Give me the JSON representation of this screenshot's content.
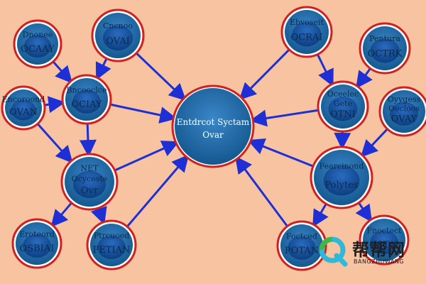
{
  "diagram": {
    "colors": {
      "background": "#f7c3a1",
      "ring": "#d21f1f",
      "node": "#1f6aa8",
      "inner": "#0e4a8a",
      "edge": "#1e2fd6"
    },
    "center": {
      "line1": "Entdrcot Syctam",
      "line2": "Ovar"
    },
    "nodes": [
      {
        "id": "n1",
        "top": "Dnonee",
        "bottom": "OCAAY"
      },
      {
        "id": "n2",
        "top": "Cncnoo",
        "bottom": "OVAI"
      },
      {
        "id": "n3",
        "top": "Encoroond",
        "bottom": "OVAN"
      },
      {
        "id": "n4",
        "top": "Bncooclce",
        "bottom": "OCIAY"
      },
      {
        "id": "n5",
        "top": "NET",
        "middle": "Ocyceste",
        "bottom": "Ovr"
      },
      {
        "id": "n6",
        "top": "Eroteord",
        "bottom": "OSBIAI"
      },
      {
        "id": "n7",
        "top": "Ptrcuoed",
        "bottom": "PETIAN"
      },
      {
        "id": "n8",
        "top": "Ebvoseit",
        "bottom": "OCRAI"
      },
      {
        "id": "n9",
        "top": "Pentura",
        "bottom": "OCTRK"
      },
      {
        "id": "n10",
        "top": "Oceelec",
        "middle": "Gete",
        "bottom": "OTNI"
      },
      {
        "id": "n11",
        "top": "Oyygess",
        "middle": "Oecloos",
        "bottom": "OVAY"
      },
      {
        "id": "n12",
        "top": "Fearcinond",
        "bottom": "Polytes"
      },
      {
        "id": "n13",
        "top": "Foctced",
        "bottom": "POTAN"
      },
      {
        "id": "n14",
        "top": "Fnoctect",
        "bottom": "OSTAI"
      }
    ]
  },
  "watermark": {
    "cn": "帮帮网",
    "en": "BANGZHUWANG"
  }
}
